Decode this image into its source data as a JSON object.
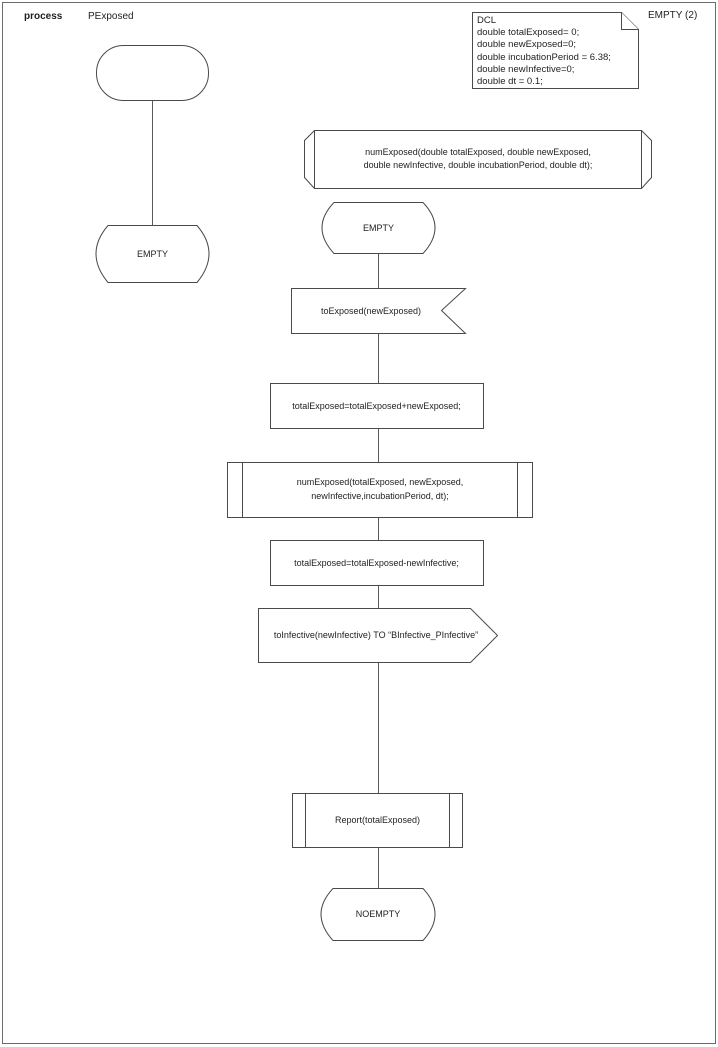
{
  "header": {
    "kind": "process",
    "name": "PExposed",
    "page": "EMPTY (2)"
  },
  "dcl": {
    "lines": [
      "DCL",
      "double totalExposed= 0;",
      "double newExposed=0;",
      "double incubationPeriod = 6.38;",
      "double newInfective=0;",
      "double dt = 0.1;"
    ]
  },
  "procedure_declaration": {
    "line1": "numExposed(double totalExposed, double newExposed,",
    "line2": "double newInfective, double incubationPeriod, double dt);"
  },
  "flow": {
    "state_empty_left": "EMPTY",
    "state_empty": "EMPTY",
    "input_signal": "toExposed(newExposed)",
    "task_add": "totalExposed=totalExposed+newExposed;",
    "proc_call_line1": "numExposed(totalExposed, newExposed,",
    "proc_call_line2": "newInfective,incubationPeriod, dt);",
    "task_subtract": "totalExposed=totalExposed-newInfective;",
    "output_signal": "toInfective(newInfective) TO “BInfective_PInfective”",
    "proc_report": "Report(totalExposed)",
    "state_noempty": "NOEMPTY"
  },
  "colors": {
    "stroke": "#4a4a4a",
    "border": "#6b6b6b",
    "text": "#1f1f1f",
    "background": "#ffffff"
  }
}
